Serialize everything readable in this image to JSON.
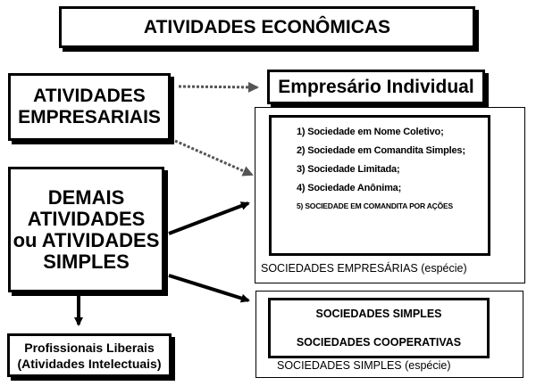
{
  "title": "ATIVIDADES ECONÔMICAS",
  "atividades_empresariais": {
    "line1": "ATIVIDADES",
    "line2": "EMPRESARIAIS"
  },
  "empresario_individual": "Empresário Individual",
  "demais_atividades": {
    "line1": "DEMAIS",
    "line2": "ATIVIDADES",
    "line3": "ou  ATIVIDADES",
    "line4": "SIMPLES"
  },
  "profissionais_liberais": {
    "line1": "Profissionais Liberais",
    "line2": "(Atividades Intelectuais)"
  },
  "sociedades_empresarias": {
    "items": [
      "1) Sociedade em Nome Coletivo;",
      "2) Sociedade em Comandita Simples;",
      "3) Sociedade Limitada;",
      "4) Sociedade Anônima;",
      "5) SOCIEDADE EM COMANDITA    POR AÇÕES"
    ],
    "caption": "SOCIEDADES EMPRESÁRIAS (espécie)"
  },
  "sociedades_simples": {
    "items": [
      "SOCIEDADES SIMPLES",
      "SOCIEDADES COOPERATIVAS"
    ],
    "caption": "SOCIEDADES SIMPLES (espécie)"
  }
}
